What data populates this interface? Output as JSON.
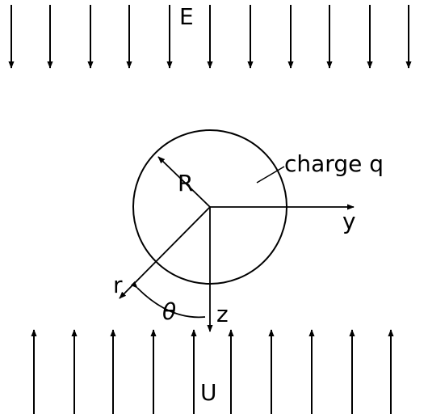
{
  "labels": {
    "field": "E",
    "radius": "R",
    "charge": "charge q",
    "y_axis": "y",
    "z_axis": "z",
    "radial": "r",
    "angle": "θ",
    "flow": "U"
  },
  "colors": {
    "ink": "#000000",
    "background": "#ffffff"
  }
}
